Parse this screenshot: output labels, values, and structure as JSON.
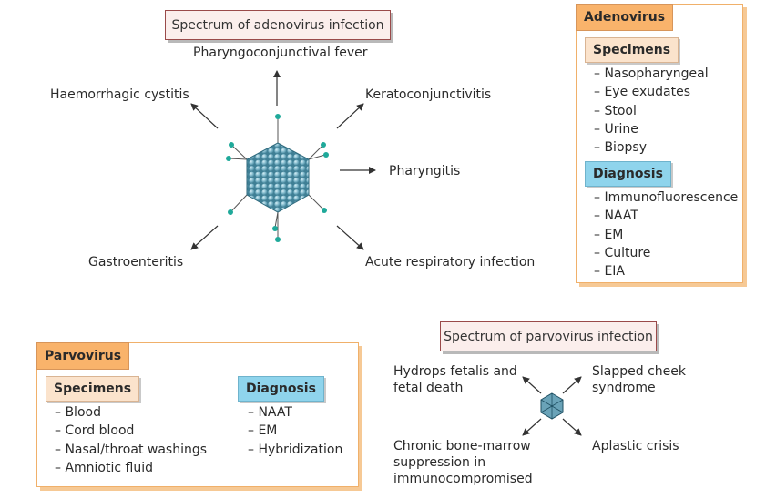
{
  "adenovirus_spectrum": {
    "title": "Spectrum of adenovirus infection",
    "outcomes": {
      "top": "Pharyngoconjunctival fever",
      "upper_left": "Haemorrhagic cystitis",
      "upper_right": "Keratoconjunctivitis",
      "right": "Pharyngitis",
      "lower_left": "Gastroenteritis",
      "lower_right": "Acute respiratory infection"
    }
  },
  "adenovirus_panel": {
    "title": "Adenovirus",
    "specimens_label": "Specimens",
    "specimens": [
      "Nasopharyngeal",
      "Eye exudates",
      "Stool",
      "Urine",
      "Biopsy"
    ],
    "diagnosis_label": "Diagnosis",
    "diagnosis": [
      "Immunofluorescence",
      "NAAT",
      "EM",
      "Culture",
      "EIA"
    ]
  },
  "parvovirus_panel": {
    "title": "Parvovirus",
    "specimens_label": "Specimens",
    "specimens": [
      "Blood",
      "Cord blood",
      "Nasal/throat washings",
      "Amniotic fluid"
    ],
    "diagnosis_label": "Diagnosis",
    "diagnosis": [
      "NAAT",
      "EM",
      "Hybridization"
    ]
  },
  "parvovirus_spectrum": {
    "title": "Spectrum of parvovirus infection",
    "outcomes": {
      "upper_left": [
        "Hydrops fetalis and",
        "fetal death"
      ],
      "upper_right": [
        "Slapped cheek",
        "syndrome"
      ],
      "lower_left": [
        "Chronic bone-marrow",
        "suppression in",
        "immunocompromised"
      ],
      "lower_right": [
        "Aplastic crisis"
      ]
    }
  },
  "colors": {
    "panel_border": "#f0b06a",
    "panel_tab": "#f9b36b",
    "specimens_tag": "#fbe3cc",
    "diagnosis_tag": "#8fd4ec",
    "title_border": "#9a4a4a",
    "virus_capsid": "#6aa3b8",
    "fibre_knob": "#1fa99a"
  },
  "icons": [
    "adenovirus-particle-icon",
    "parvovirus-particle-icon",
    "arrow-icon"
  ]
}
